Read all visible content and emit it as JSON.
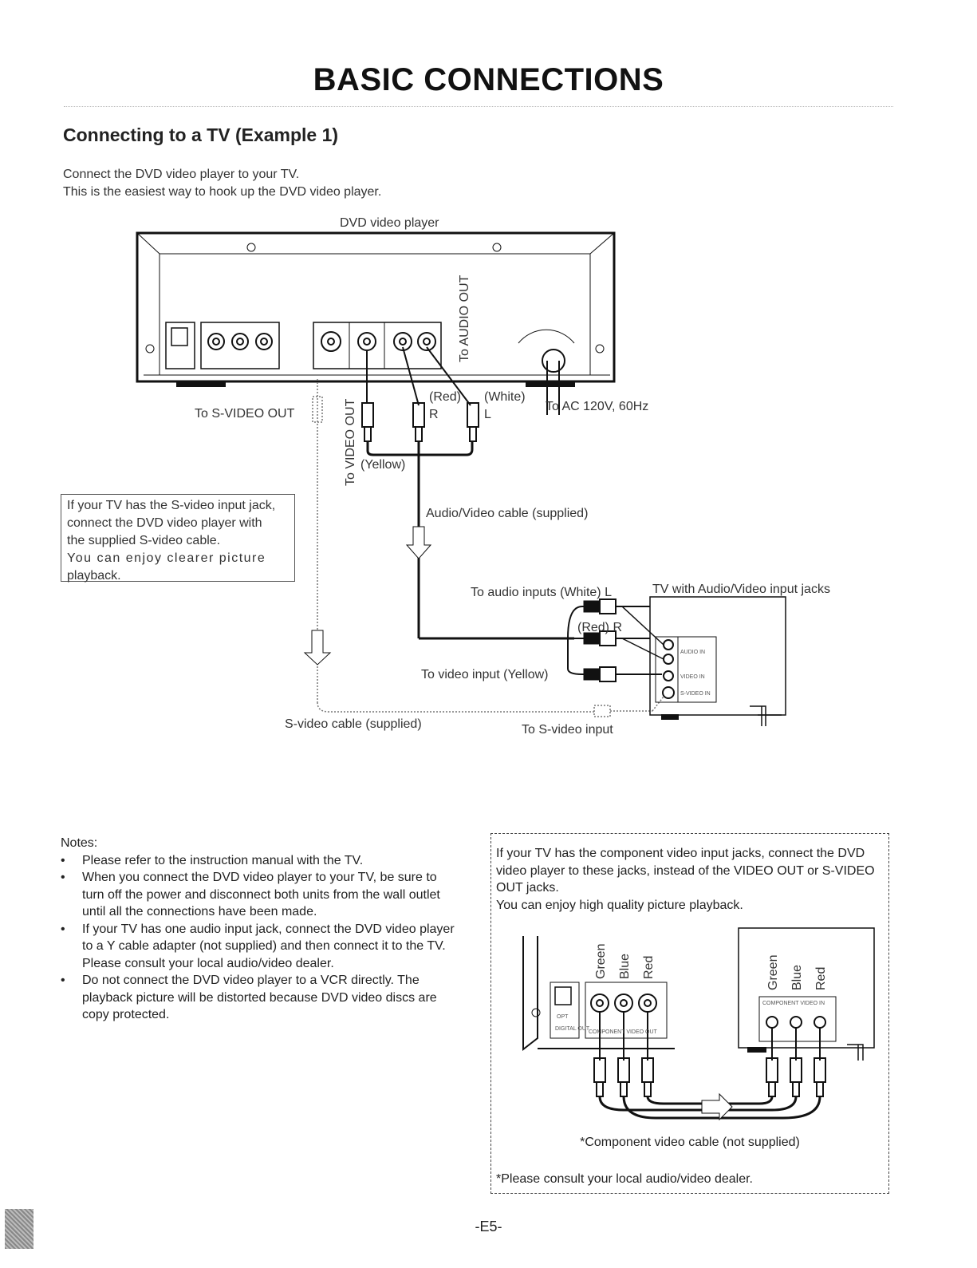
{
  "page": {
    "title": "BASIC CONNECTIONS",
    "subtitle": "Connecting to a TV (Example 1)",
    "intro_line1": "Connect the DVD video player to your TV.",
    "intro_line2": "This is the easiest way to hook up the DVD video player.",
    "page_number": "-E5-"
  },
  "diagram": {
    "dvd_label": "DVD video player",
    "to_audio_out": "To AUDIO OUT",
    "to_video_out": "To VIDEO OUT",
    "to_svideo_out": "To S-VIDEO OUT",
    "red": "(Red)",
    "white": "(White)",
    "r": "R",
    "l": "L",
    "yellow": "(Yellow)",
    "ac_power": "To AC 120V, 60Hz",
    "av_cable": "Audio/Video cable (supplied)",
    "tv_label": "TV with Audio/Video input jacks",
    "to_audio_inputs": "To audio inputs (White) L",
    "red_r": "(Red) R",
    "to_video_input": "To video input (Yellow)",
    "svideo_cable": "S-video cable (supplied)",
    "to_svideo_input": "To S-video input"
  },
  "svideo_box": {
    "line1": "If your TV has the S-video input jack,",
    "line2": "connect the DVD video player with",
    "line3": "the supplied S-video cable.",
    "line4": "You can enjoy clearer picture",
    "line5": "playback."
  },
  "notes": {
    "heading": "Notes:",
    "items": [
      "Please refer to the instruction manual with the TV.",
      "When you connect the DVD video player to your TV, be sure to turn off the power and disconnect both units from the wall outlet until all the connections have been made.",
      "If your TV has one audio input jack, connect the DVD video player to a Y cable adapter (not supplied) and then connect it to the TV. Please consult your local audio/video dealer.",
      "Do not connect the DVD video player to a VCR directly. The playback picture will be distorted because DVD video discs are copy protected."
    ]
  },
  "component_box": {
    "text1": "If your TV has the component video input jacks, connect the DVD video player to these jacks, instead of the VIDEO OUT or S-VIDEO OUT jacks.",
    "text2": "You can enjoy high quality picture playback.",
    "green": "Green",
    "blue": "Blue",
    "red": "Red",
    "cable_label": "*Component video cable (not supplied)",
    "dealer_note": "*Please consult your local audio/video dealer."
  },
  "colors": {
    "ink": "#222222",
    "line": "#111111",
    "paper": "#ffffff"
  }
}
